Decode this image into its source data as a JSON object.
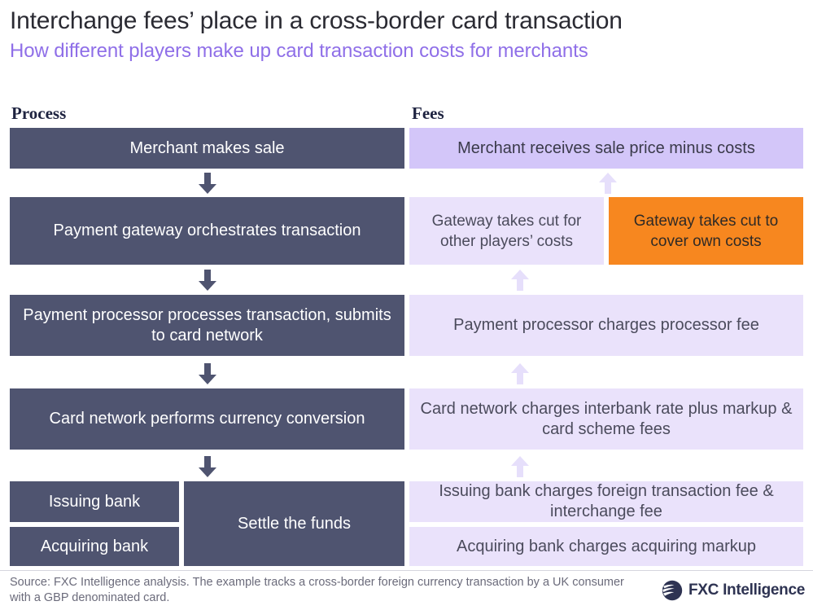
{
  "header": {
    "title": "Interchange fees’ place in a cross-border card transaction",
    "subtitle": "How different players make up card transaction costs for merchants",
    "title_color": "#2b2b33",
    "subtitle_color": "#8f6fe8"
  },
  "columns": {
    "process_header": "Process",
    "fees_header": "Fees"
  },
  "colors": {
    "process_box": "#4f5470",
    "fees_box_top": "#d3c6f9",
    "fees_box": "#eae2fb",
    "highlight_box": "#f7871f",
    "down_arrow": "#4f5470",
    "up_arrow": "#e6dffb",
    "footer_text": "#6b6b7b",
    "logo": "#2e3352"
  },
  "process_steps": [
    {
      "label": "Merchant makes sale"
    },
    {
      "label": "Payment gateway orchestrates transaction"
    },
    {
      "label": "Payment processor processes transaction, submits to card network"
    },
    {
      "label": "Card network performs currency conversion"
    },
    {
      "label": "Issuing bank"
    },
    {
      "label": "Acquiring bank"
    },
    {
      "label": "Settle the funds"
    }
  ],
  "fee_items": [
    {
      "label": "Merchant receives sale price minus costs"
    },
    {
      "label": "Gateway takes cut for other players’ costs"
    },
    {
      "label": "Gateway takes cut to cover own costs"
    },
    {
      "label": "Payment processor charges processor fee"
    },
    {
      "label": "Card network charges interbank rate plus markup & card scheme fees"
    },
    {
      "label": "Issuing bank charges foreign transaction fee & interchange fee"
    },
    {
      "label": "Acquiring bank charges acquiring markup"
    }
  ],
  "footer": {
    "source": "Source: FXC Intelligence analysis. The example tracks a cross-border foreign currency transaction by a UK consumer with a GBP denominated card.",
    "logo_text": "FXC Intelligence"
  }
}
